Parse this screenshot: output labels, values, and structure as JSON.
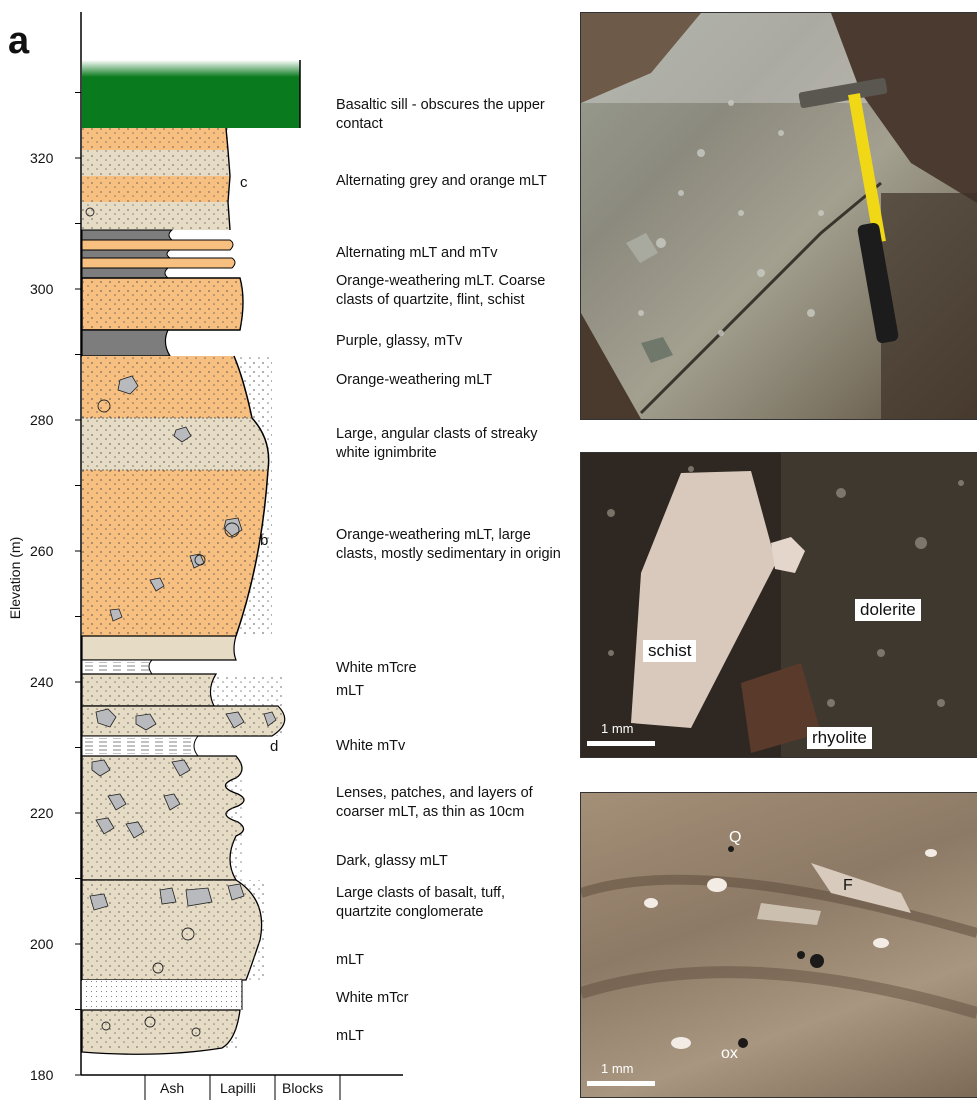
{
  "panels": {
    "a": "a",
    "b": "b",
    "c": "c",
    "d": "d"
  },
  "axis": {
    "ylabel": "Elevation (m)",
    "ticks": [
      "320",
      "300",
      "280",
      "260",
      "240",
      "220",
      "200",
      "180"
    ]
  },
  "grain_axis": [
    "Ash",
    "Lapilli",
    "Blocks"
  ],
  "column_marks": {
    "c": "c",
    "b": "b",
    "d": "d"
  },
  "descriptions": [
    "Basaltic sill - obscures the upper contact",
    "Alternating grey and orange mLT",
    "Alternating mLT and mTv",
    "Orange-weathering mLT. Coarse clasts of quartzite, flint, schist",
    "Purple, glassy, mTv",
    "Orange-weathering mLT",
    "Large, angular clasts of streaky white ignimbrite",
    "Orange-weathering mLT, large clasts, mostly sedimentary in origin",
    "White mTcre",
    "mLT",
    "White mTv",
    "Lenses, patches, and layers of coarser mLT, as thin as 10cm",
    "Dark, glassy mLT",
    "Large clasts of basalt, tuff, quartzite conglomerate",
    "mLT",
    "White mTcr",
    "mLT"
  ],
  "photo_c": {
    "schist": "schist",
    "dolerite": "dolerite",
    "rhyolite": "rhyolite",
    "scale": "1 mm"
  },
  "photo_d": {
    "q": "Q",
    "f": "F",
    "ox": "ox",
    "scale": "1 mm"
  },
  "colors": {
    "orange": "#f7bf80",
    "beige": "#e6dcc6",
    "green": "#0a7a1e",
    "grey": "#7d7d7d"
  }
}
